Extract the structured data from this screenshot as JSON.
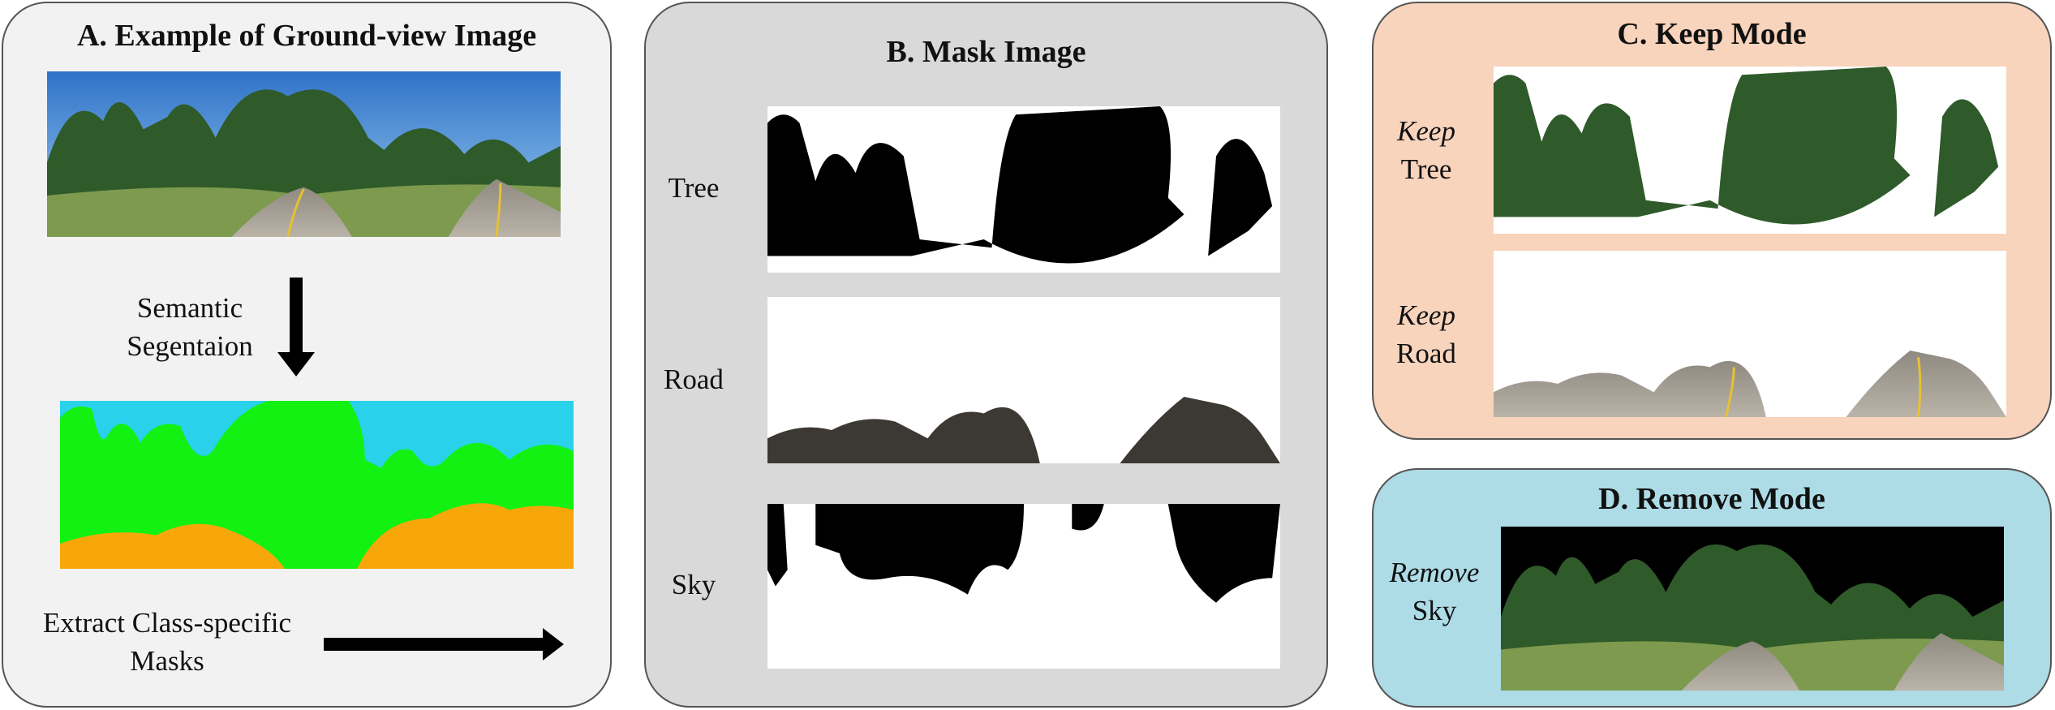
{
  "panel_a": {
    "title": "A. Example of Ground-view  Image",
    "step1": [
      "Semantic",
      "Segentaion"
    ],
    "step2": [
      "Extract Class-specific",
      "Masks"
    ],
    "seg_colors": {
      "sky": "#29d2ea",
      "tree": "#12f112",
      "road": "#f7a70a"
    }
  },
  "panel_b": {
    "title": "B. Mask  Image",
    "rows": [
      "Tree",
      "Road",
      "Sky"
    ]
  },
  "panel_c": {
    "title": "C. Keep Mode",
    "rows": [
      {
        "mode": "Keep",
        "cls": "Tree"
      },
      {
        "mode": "Keep",
        "cls": "Road"
      }
    ],
    "bg": "#f8d4bd"
  },
  "panel_d": {
    "title": "D. Remove Mode",
    "row": {
      "mode": "Remove",
      "cls": "Sky"
    },
    "bg": "#addbe6"
  }
}
